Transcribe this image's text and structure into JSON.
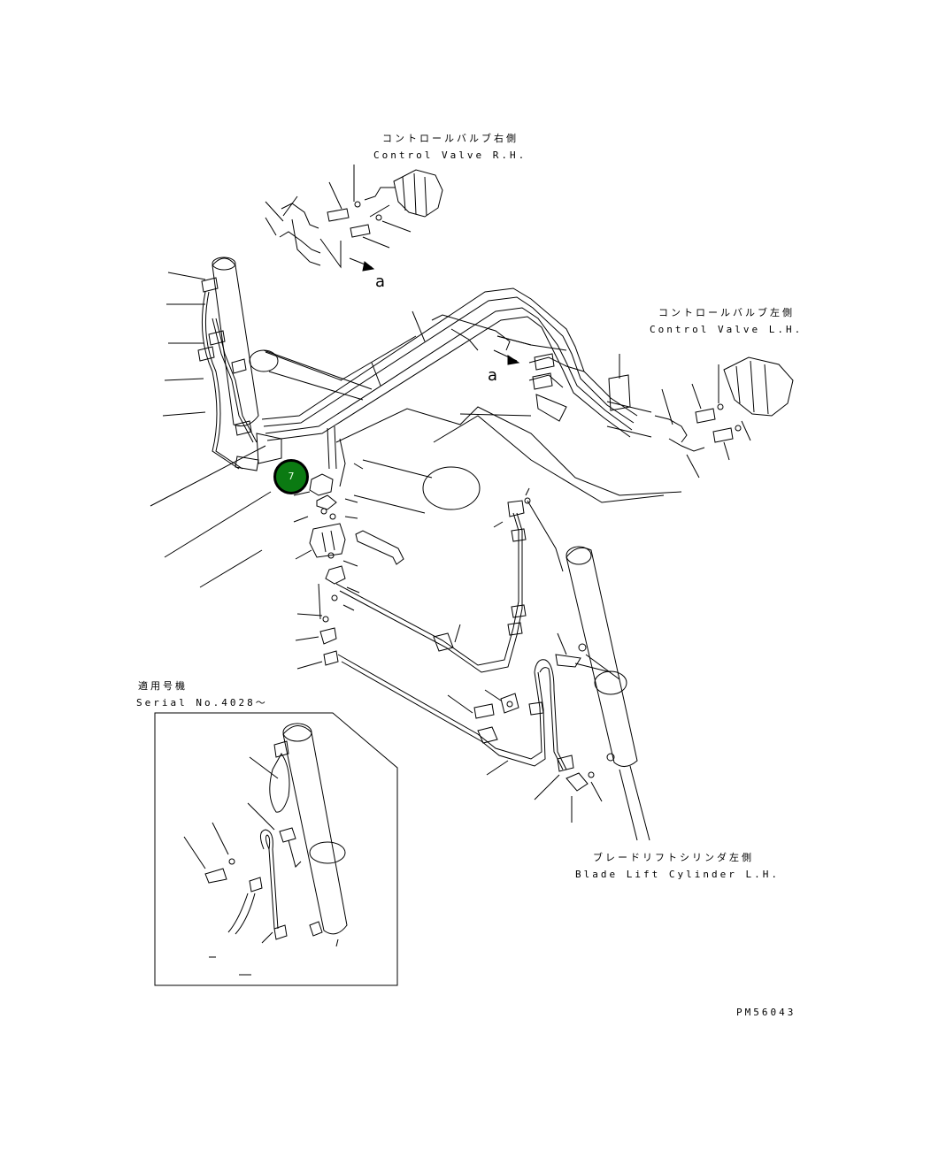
{
  "labels": {
    "cv_rh_jp": "コントロールバルブ右側",
    "cv_rh_en": "Control Valve R.H.",
    "cv_lh_jp": "コントロールバルブ左側",
    "cv_lh_en": "Control Valve L.H.",
    "ref_a_1": "a",
    "ref_a_2": "a",
    "serial_jp": "適用号機",
    "serial_en": "Serial No.4028～",
    "cyl_jp": "ブレードリフトシリンダ左側",
    "cyl_en": "Blade Lift Cylinder L.H.",
    "drawing_id": "PM56043"
  },
  "callout": {
    "number": "7",
    "color": "#0b7a12"
  }
}
